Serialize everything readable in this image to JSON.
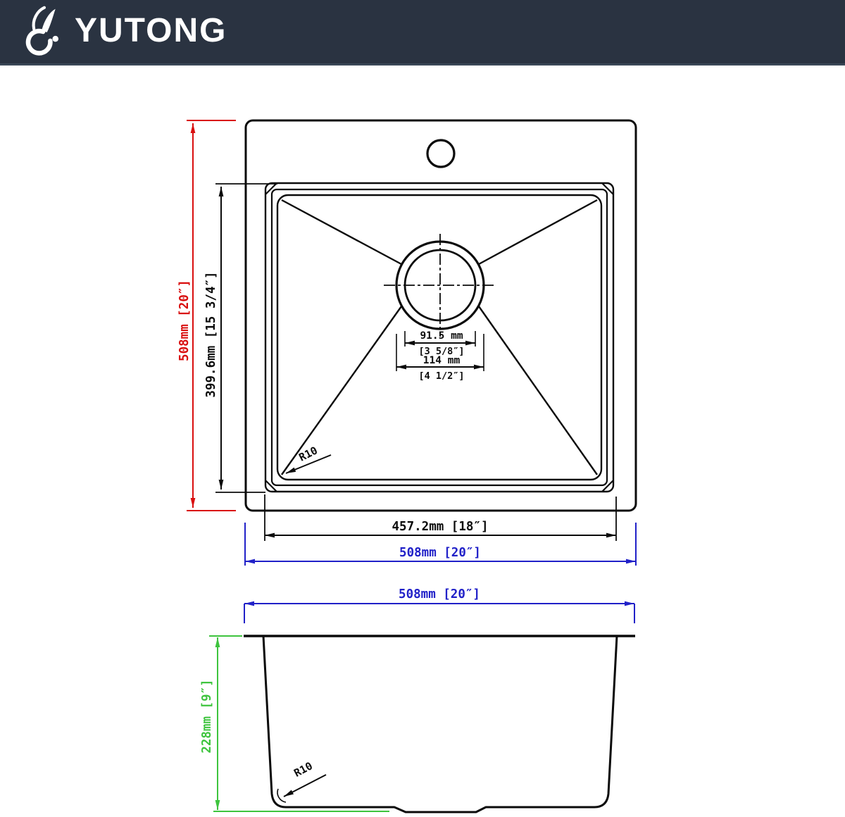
{
  "header": {
    "brand": "YUTONG",
    "background": "#2a3341",
    "logo_icon": "rabbit-logo-icon"
  },
  "colors": {
    "line": "#0b0b0b",
    "dim_red": "#d90f0f",
    "dim_blue": "#2121c8",
    "dim_green": "#3ec43e"
  },
  "top_view": {
    "overall_height": "508mm [20″]",
    "bowl_height": "399.6mm [15 3/4″]",
    "drain_inner_mm": "91.5 mm",
    "drain_inner_in": "[3 5/8″]",
    "drain_outer_mm": "114 mm",
    "drain_outer_in": "[4 1/2″]",
    "bowl_width": "457.2mm [18″]",
    "overall_width": "508mm [20″]",
    "corner_radius": "R10"
  },
  "side_view": {
    "overall_width": "508mm [20″]",
    "depth": "228mm [9″]",
    "corner_radius": "R10"
  }
}
